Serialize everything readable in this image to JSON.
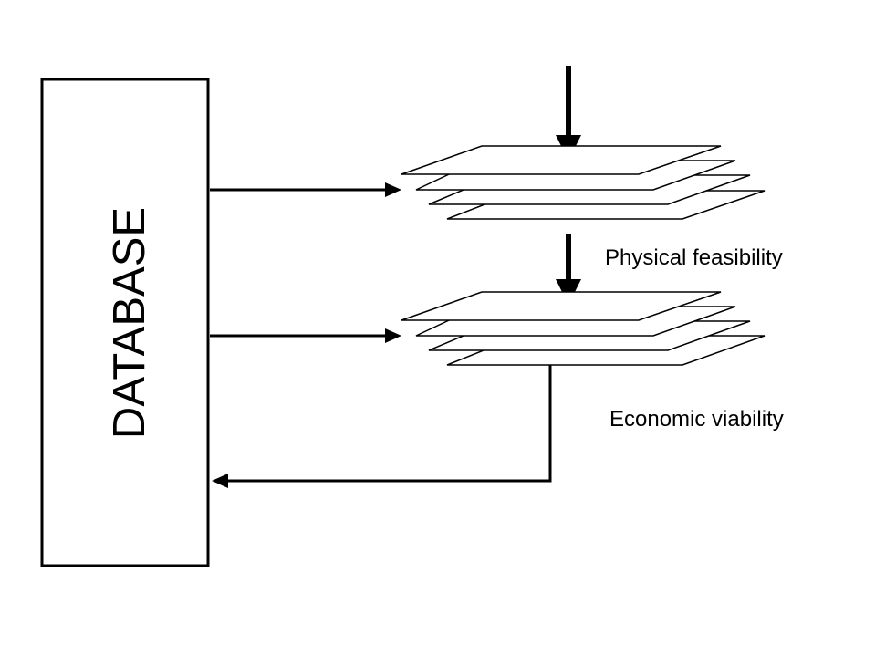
{
  "database": {
    "label": "DATABASE"
  },
  "steps": [
    {
      "label": "Physical feasibility"
    },
    {
      "label": "Economic viability"
    }
  ],
  "colors": {
    "stroke": "#000000",
    "fill": "#ffffff"
  }
}
